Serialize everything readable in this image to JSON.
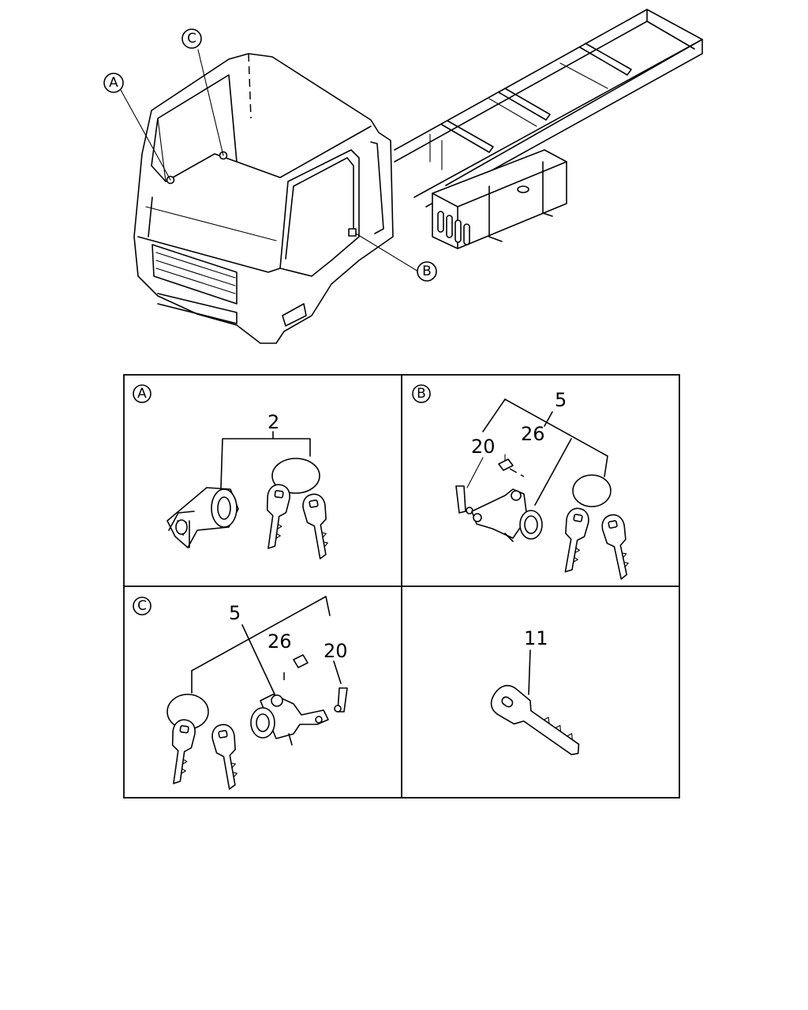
{
  "callouts": {
    "overview_a": "A",
    "overview_b": "B",
    "overview_c": "C"
  },
  "panels": {
    "a": {
      "marker": "A",
      "labels": {
        "key_set": "2"
      }
    },
    "b": {
      "marker": "B",
      "labels": {
        "lock_set": "5",
        "bracket": "20",
        "bolt": "26"
      }
    },
    "c": {
      "marker": "C",
      "labels": {
        "lock_set": "5",
        "bolt": "26",
        "bracket": "20"
      }
    },
    "d": {
      "labels": {
        "key_blank": "11"
      }
    }
  }
}
